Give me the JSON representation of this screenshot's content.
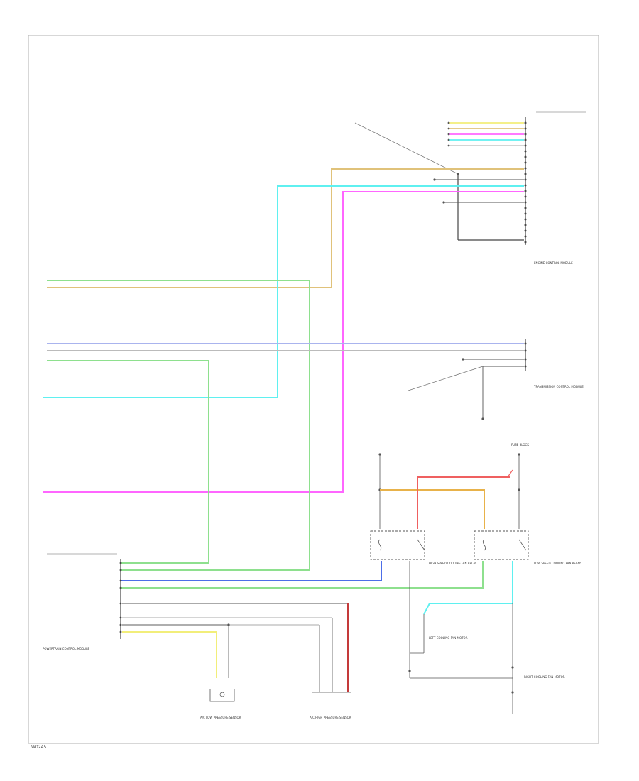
{
  "page_id": "W0245",
  "components": {
    "fuse_block": {
      "label": "FUSE BLOCK"
    },
    "engine_ecm": {
      "label": "ENGINE CONTROL MODULE"
    },
    "tcm": {
      "label": "TRANSMISSION CONTROL MODULE"
    },
    "ac_low_pressure_sensor": {
      "label": "A/C LOW PRESSURE SENSOR"
    },
    "ac_high_pressure_sensor": {
      "label": "A/C HIGH PRESSURE SENSOR"
    },
    "high_speed_relay": {
      "label": "HIGH SPEED COOLING FAN RELAY"
    },
    "low_speed_relay": {
      "label": "LOW SPEED COOLING FAN RELAY"
    },
    "left_fan_motor": {
      "label": "LEFT COOLING FAN MOTOR"
    },
    "right_fan_motor": {
      "label": "RIGHT COOLING FAN MOTOR"
    },
    "powertrain_module": {
      "label": "POWERTRAIN CONTROL MODULE"
    }
  },
  "colors": {
    "yellow": "#f2ee7a",
    "tan": "#e0c27a",
    "orange": "#e8b24a",
    "cyan": "#5ff0f0",
    "magenta": "#ff66ff",
    "green": "#8ee08e",
    "blue": "#4d6ee8",
    "lightblue": "#aab4ee",
    "red": "#ef6060",
    "darkred": "#c43a3a",
    "gray": "#bbbbbb",
    "black": "#333333"
  }
}
